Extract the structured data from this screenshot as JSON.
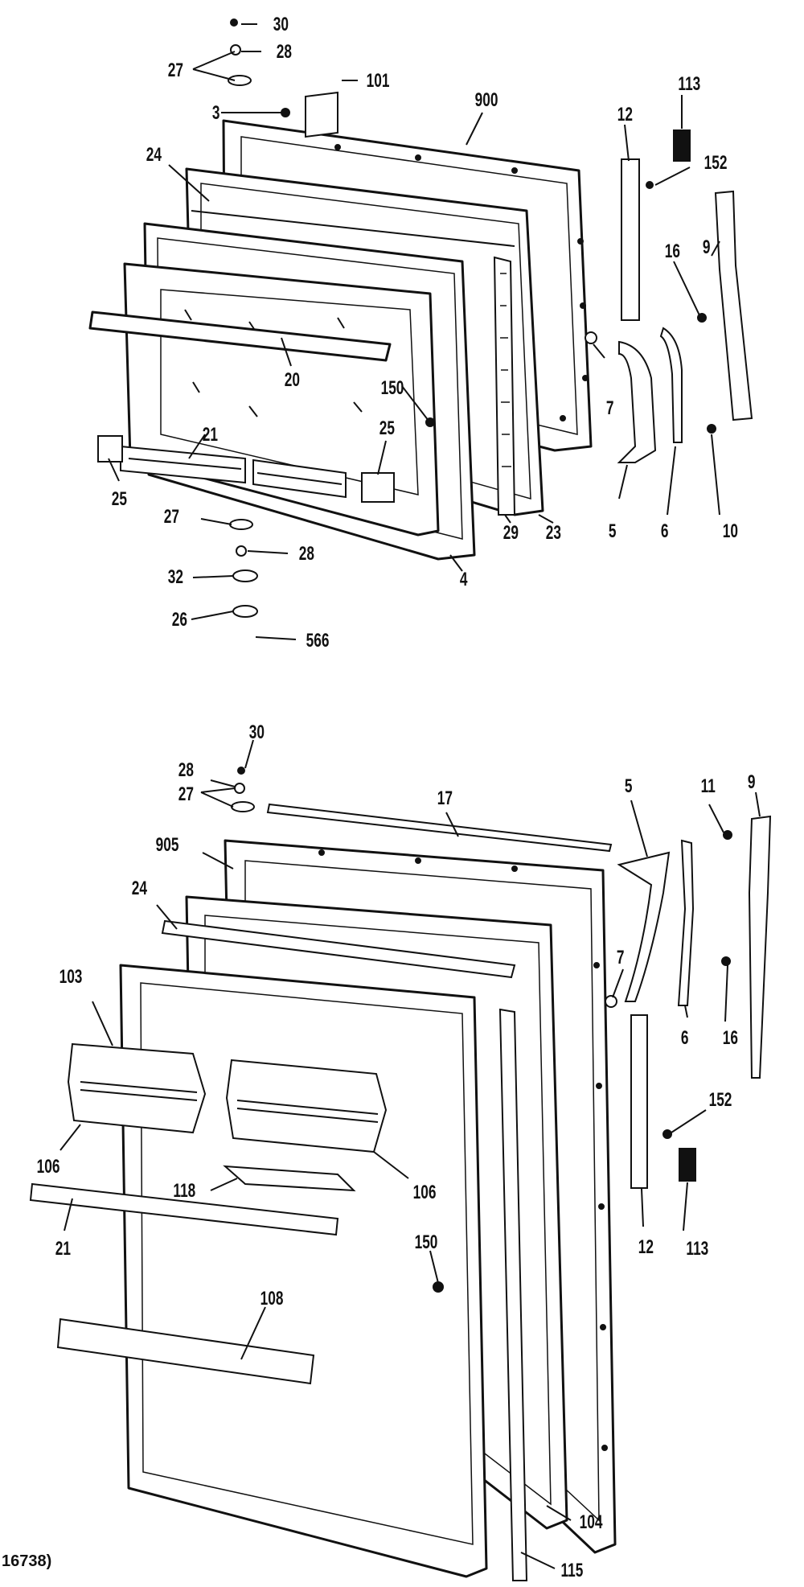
{
  "document_code": "16738)",
  "top_assembly": {
    "labels": [
      "30",
      "28",
      "27",
      "101",
      "3",
      "900",
      "113",
      "12",
      "152",
      "24",
      "16",
      "9",
      "7",
      "150",
      "20",
      "25",
      "21",
      "25",
      "27",
      "28",
      "32",
      "26",
      "566",
      "4",
      "29",
      "23",
      "5",
      "6",
      "10"
    ]
  },
  "bottom_assembly": {
    "labels": [
      "30",
      "28",
      "27",
      "17",
      "5",
      "11",
      "9",
      "905",
      "24",
      "7",
      "103",
      "6",
      "16",
      "106",
      "106",
      "118",
      "152",
      "113",
      "12",
      "21",
      "150",
      "108",
      "104",
      "115"
    ]
  }
}
